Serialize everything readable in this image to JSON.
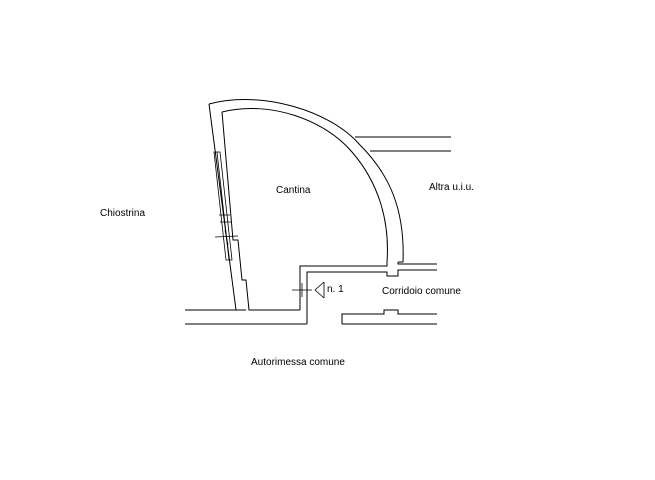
{
  "rooms": {
    "cantina": "Cantina",
    "chiostrina": "Chiostrina",
    "altra_uiu": "Altra u.i.u.",
    "corridoio": "Corridoio comune",
    "autorimessa": "Autorimessa comune"
  },
  "labels": {
    "door_number": "n. 1"
  }
}
